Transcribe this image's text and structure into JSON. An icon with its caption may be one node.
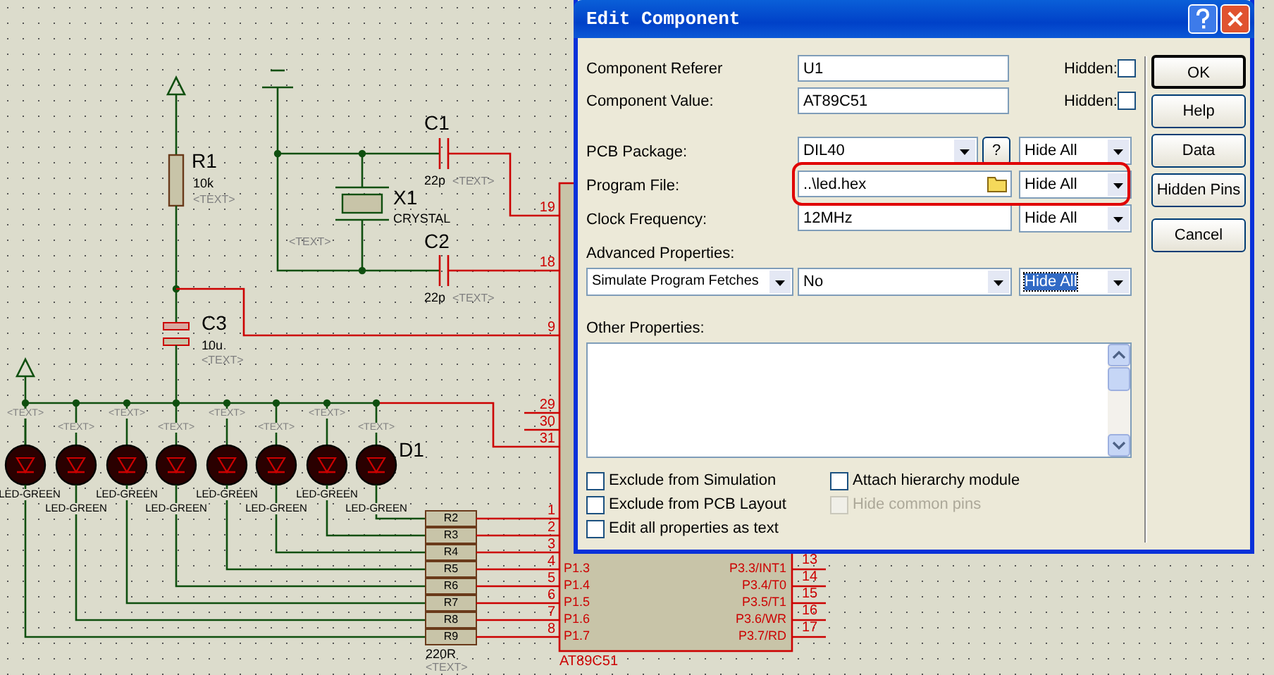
{
  "diagram": {
    "title": "Edit Component",
    "labels": [
      "R1",
      "10k",
      "<TEXT>",
      "C1",
      "22p",
      "<TEXT>",
      "X1",
      "CRYSTAL",
      "<TEXT>",
      "C2",
      "22p",
      "<TEXT>",
      "C3",
      "10u",
      "<TEXT>",
      "D1",
      "LED-GREEN",
      "LED-GREEN",
      "LED-GREEN",
      "LED-GREEN",
      "LED-GREEN",
      "LED-GREEN",
      "LED-GREEN",
      "LED-GREEN",
      "<TEXT>",
      "<TEXT>",
      "<TEXT>",
      "<TEXT>",
      "<TEXT>",
      "<TEXT>",
      "<TEXT>",
      "<TEXT>",
      "R2",
      "R3",
      "R4",
      "R5",
      "R6",
      "R7",
      "R8",
      "R9",
      "220R",
      "<TEXT>",
      "19",
      "18",
      "9",
      "29",
      "30",
      "31",
      "1",
      "2",
      "3",
      "4",
      "5",
      "6",
      "7",
      "8",
      "P1.3",
      "P3.3/INT1",
      "13",
      "P1.4",
      "P3.4/T0",
      "14",
      "P1.5",
      "P3.5/T1",
      "15",
      "P1.6",
      "P3.6/WR",
      "16",
      "P1.7",
      "P3.7/RD",
      "17",
      "AT89C51",
      "Component Referer",
      "U1",
      "Hidden:",
      "Component Value:",
      "AT89C51",
      "Hidden:",
      "PCB Package:",
      "DIL40",
      "?",
      "Hide All",
      "Program File:",
      "..\\led.hex",
      "Hide All",
      "Clock Frequency:",
      "12MHz",
      "Hide All",
      "Advanced Properties:",
      "Simulate Program Fetches",
      "No",
      "Hide All",
      "Other Properties:",
      "Exclude from Simulation",
      "Attach hierarchy module",
      "Exclude from PCB Layout",
      "Hide common pins",
      "Edit all properties as text",
      "OK",
      "Help",
      "Data",
      "Hidden Pins",
      "Cancel"
    ]
  }
}
